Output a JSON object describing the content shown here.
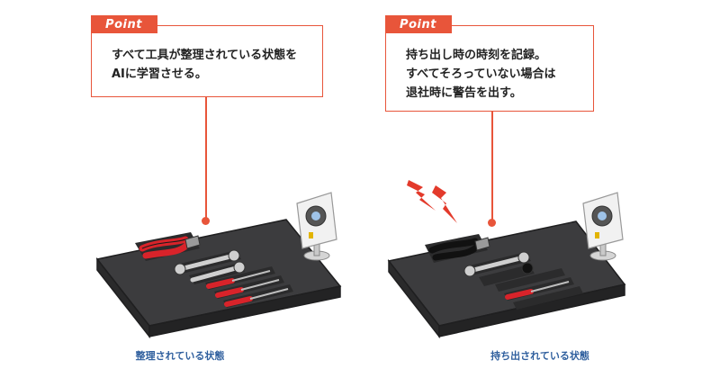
{
  "left": {
    "point_label": "Point",
    "callout_lines": [
      "すべて工具が整理されている状態を",
      "AIに学習させる。"
    ],
    "caption": "整理されている状態"
  },
  "right": {
    "point_label": "Point",
    "callout_lines": [
      "持ち出し時の時刻を記録。",
      "すべてそろっていない場合は",
      "退社時に警告を出す。"
    ],
    "caption": "持ち出されている状態"
  },
  "colors": {
    "accent": "#e8553a",
    "caption": "#2f5f9e",
    "tray": "#3c3c3e",
    "tool_red": "#d8232a"
  },
  "icons": [
    "lightning-icon",
    "camera-icon",
    "pliers-icon",
    "wrench-icon",
    "screwdriver-icon"
  ]
}
